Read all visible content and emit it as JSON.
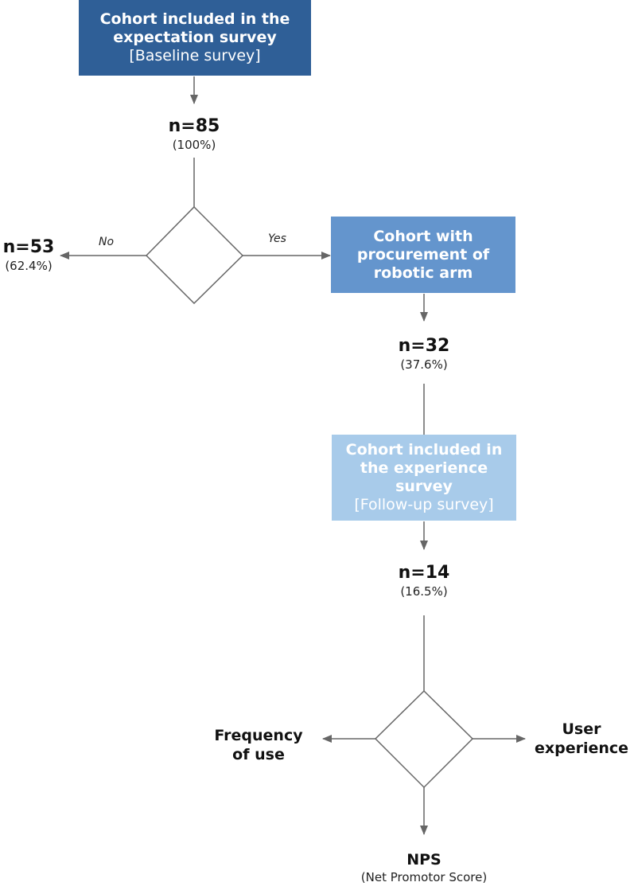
{
  "box1": {
    "title": "Cohort included in the expectation survey",
    "subtitle": "[Baseline survey]",
    "color": "#2f5f97"
  },
  "count1": {
    "n": "n=85",
    "pct": "(100%)"
  },
  "branch_no": {
    "label": "No",
    "n": "n=53",
    "pct": "(62.4%)"
  },
  "branch_yes": {
    "label": "Yes"
  },
  "box2": {
    "title": "Cohort with procurement of robotic arm",
    "color": "#6495cd"
  },
  "count2": {
    "n": "n=32",
    "pct": "(37.6%)"
  },
  "box3": {
    "title": "Cohort included in the experience survey",
    "subtitle": "[Follow-up survey]",
    "color": "#a8cbea"
  },
  "count3": {
    "n": "n=14",
    "pct": "(16.5%)"
  },
  "outcomes": {
    "left": "Frequency of use",
    "right": "User experience",
    "bottom": "NPS",
    "bottom_sub": "(Net Promotor Score)"
  },
  "line_color": "#666666"
}
